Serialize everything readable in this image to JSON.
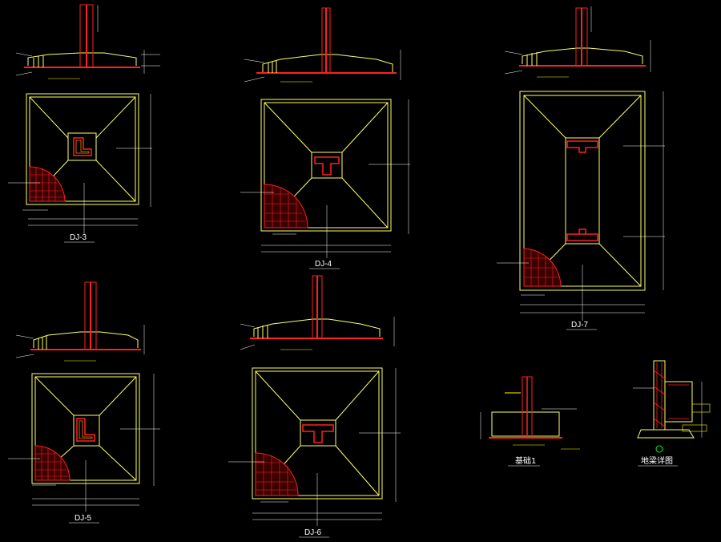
{
  "colors": {
    "background": "#000000",
    "outline": "#ffff66",
    "rebar": "#ff2020",
    "dimension": "#ffffff",
    "annotation": "#ffff00",
    "marker": "#00ff00"
  },
  "drawing": {
    "footings": [
      {
        "id": "dj3",
        "label": "DJ-3"
      },
      {
        "id": "dj4",
        "label": "DJ-4"
      },
      {
        "id": "dj7",
        "label": "DJ-7"
      },
      {
        "id": "dj5",
        "label": "DJ-5"
      },
      {
        "id": "dj6",
        "label": "DJ-6"
      }
    ],
    "details": [
      {
        "id": "detail1",
        "label": "基础1"
      },
      {
        "id": "detail2",
        "label": "地梁详图"
      }
    ]
  }
}
